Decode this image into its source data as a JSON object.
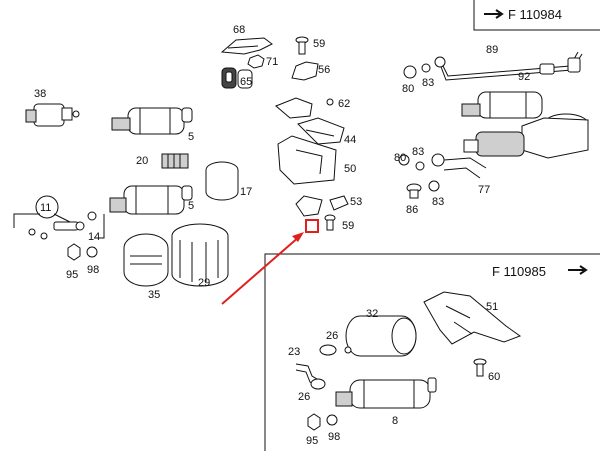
{
  "refs": {
    "top_right": "F 110984",
    "bottom_right": "F 110985"
  },
  "callouts": {
    "c68": "68",
    "c59a": "59",
    "c71": "71",
    "c56": "56",
    "c65": "65",
    "c38": "38",
    "c5a": "5",
    "c62": "62",
    "c44": "44",
    "c20": "20",
    "c17": "17",
    "c50": "50",
    "c11": "11",
    "c5b": "5",
    "c53": "53",
    "c59b": "59",
    "c14": "14",
    "c95a": "95",
    "c98a": "98",
    "c35": "35",
    "c29": "29",
    "c89": "89",
    "c92": "92",
    "c80a": "80",
    "c83a": "83",
    "c80b": "80",
    "c83b": "83",
    "c77": "77",
    "c86": "86",
    "c83c": "83",
    "c51": "51",
    "c32": "32",
    "c26a": "26",
    "c23": "23",
    "c60": "60",
    "c26b": "26",
    "c8": "8",
    "c95b": "95",
    "c98b": "98"
  },
  "colors": {
    "ink": "#111111",
    "highlight": "#e0201e",
    "shade": "#cfcfcf"
  }
}
